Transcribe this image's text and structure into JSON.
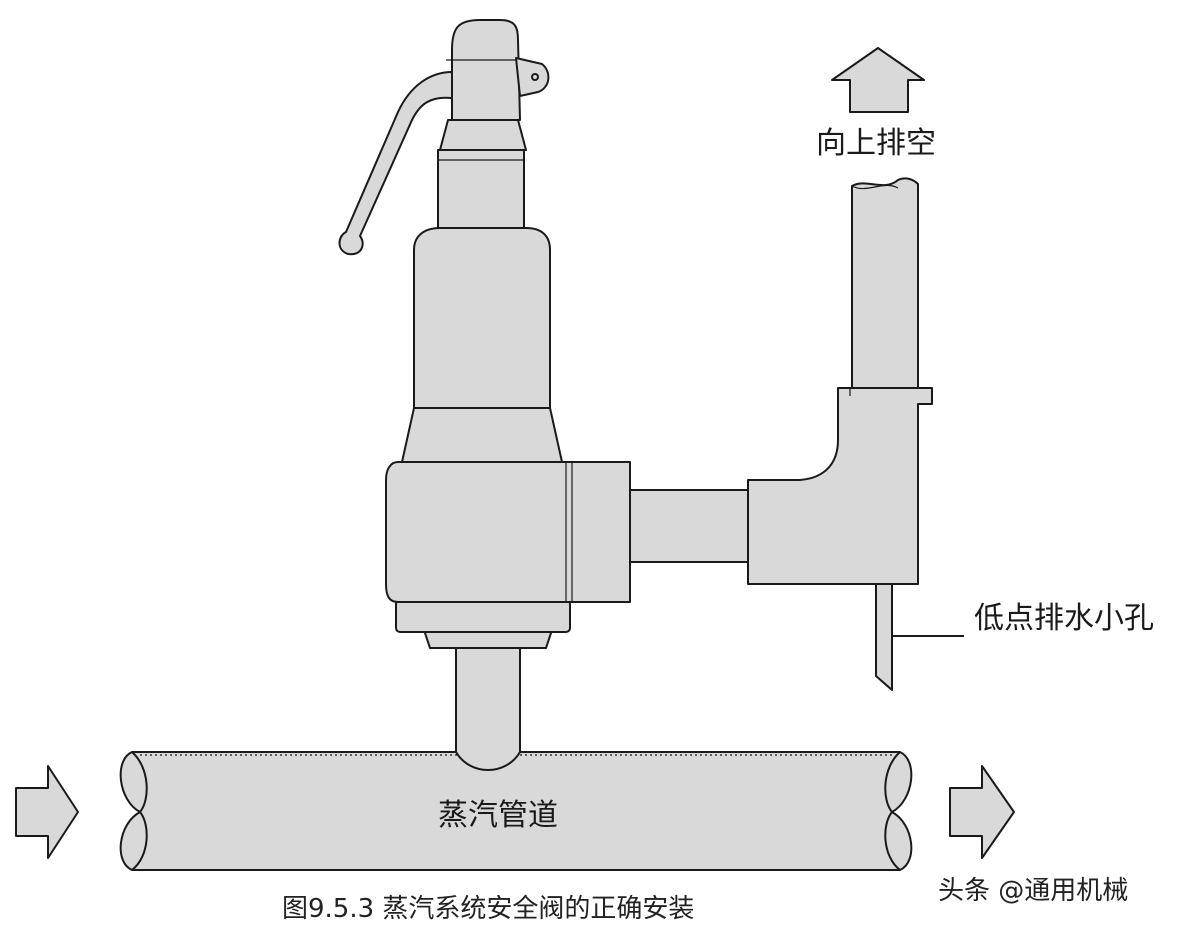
{
  "labels": {
    "vent_up": "向上排空",
    "low_drain_hole": "低点排水小孔",
    "steam_pipe": "蒸汽管道"
  },
  "caption": "图9.5.3 蒸汽系统安全阀的正确安装",
  "watermark": "头条 @通用机械",
  "colors": {
    "part_fill": "#d9d9d9",
    "outline": "#1a1a1a",
    "background": "#ffffff"
  }
}
